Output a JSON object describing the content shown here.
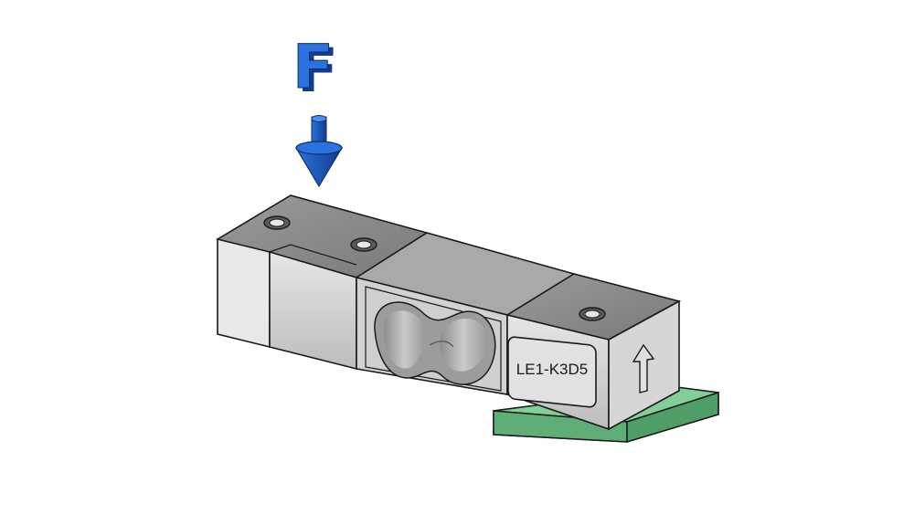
{
  "force": {
    "label": "F",
    "arrow_direction": "down",
    "color": "#1f5fc9",
    "color_dark": "#123d8a"
  },
  "load_cell": {
    "engraved_label": "LE1-K3D5",
    "direction_mark": "up-arrow",
    "colors": {
      "body_light": "#d9d9d9",
      "body_mid": "#bdbdbd",
      "body_dark": "#7c7c7c",
      "top_face": "#8a8a8a",
      "outline": "#1a1a1a"
    }
  },
  "mount_plate": {
    "color": "#6fbf86",
    "color_dark": "#4f9d67"
  }
}
